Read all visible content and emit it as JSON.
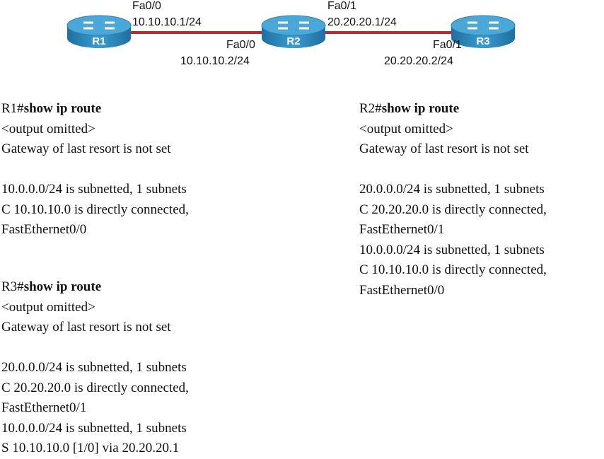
{
  "topology": {
    "routers": [
      "R1",
      "R2",
      "R3"
    ],
    "link_color": "#c0282d",
    "labels": {
      "r1_if": "Fa0/0",
      "r1_ip": "10.10.10.1/24",
      "r2_if0": "Fa0/0",
      "r2_ip0": "10.10.10.2/24",
      "r2_if1": "Fa0/1",
      "r2_ip1": "20.20.20.1/24",
      "r3_if": "Fa0/1",
      "r3_ip": "20.20.20.2/24"
    }
  },
  "r1": {
    "prompt": "R1#",
    "cmd": "show ip route",
    "lines": [
      "<output omitted>",
      "Gateway of last resort is not set",
      "",
      "10.0.0.0/24 is subnetted, 1 subnets",
      "C 10.10.10.0 is directly connected,",
      "FastEthernet0/0"
    ]
  },
  "r2": {
    "prompt": "R2#",
    "cmd": "show ip route",
    "lines": [
      "<output omitted>",
      "Gateway of last resort is not set",
      "",
      "20.0.0.0/24 is subnetted, 1 subnets",
      "C 20.20.20.0 is directly connected,",
      "FastEthernet0/1",
      "10.0.0.0/24 is subnetted, 1 subnets",
      "C 10.10.10.0 is directly connected,",
      "FastEthernet0/0"
    ]
  },
  "r3": {
    "prompt": "R3#",
    "cmd": "show ip route",
    "lines": [
      "<output omitted>",
      "Gateway of last resort is not set",
      "",
      "20.0.0.0/24 is subnetted, 1 subnets",
      "C 20.20.20.0 is directly connected,",
      "FastEthernet0/1",
      "10.0.0.0/24 is subnetted, 1 subnets",
      "S 10.10.10.0 [1/0] via 20.20.20.1"
    ]
  }
}
